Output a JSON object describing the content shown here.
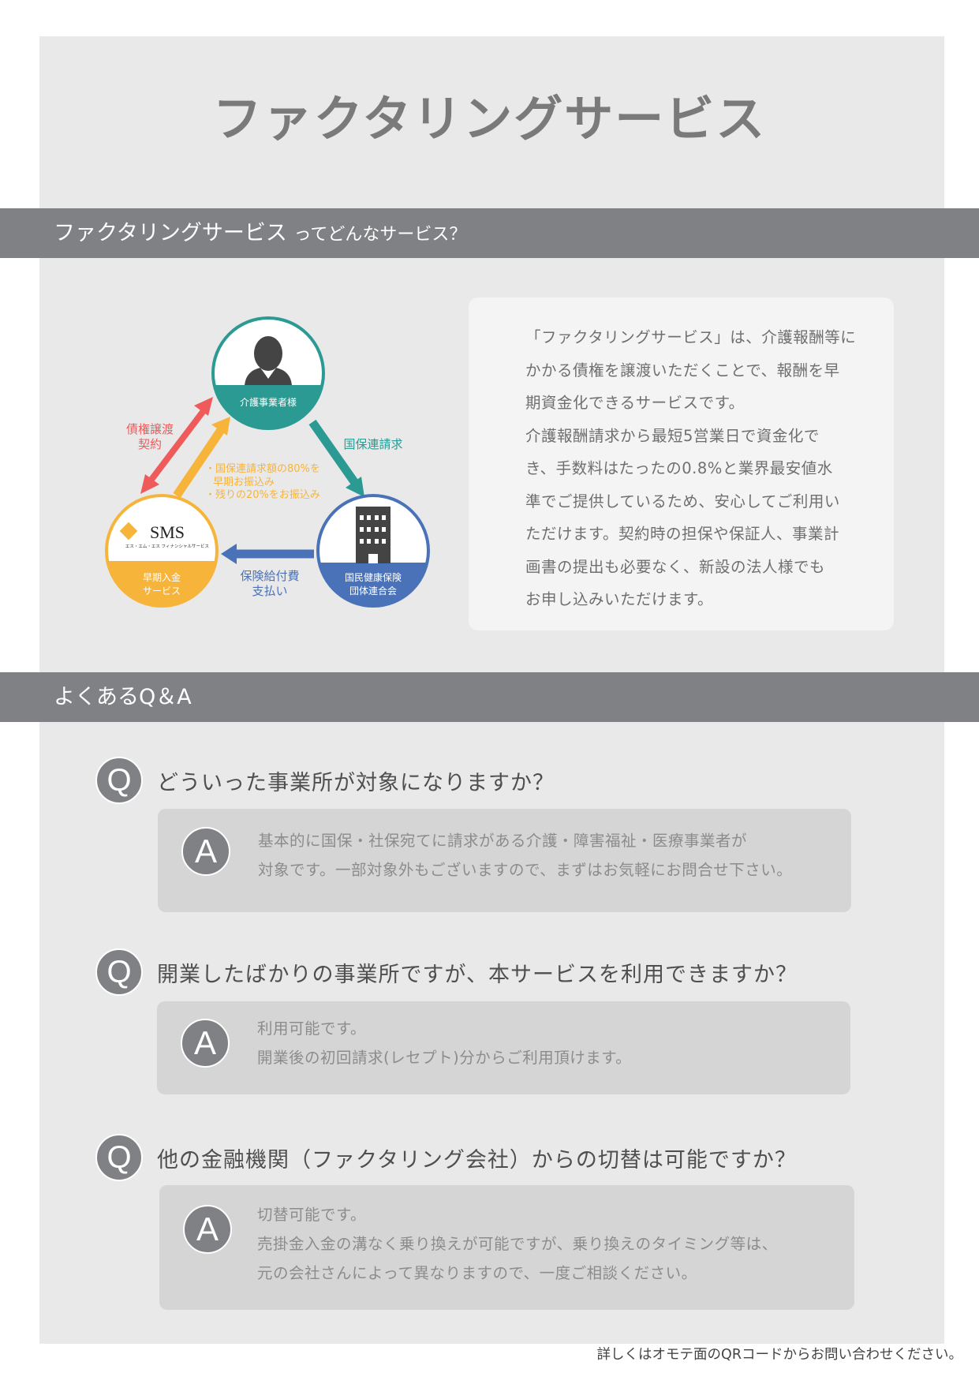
{
  "title": "ファクタリングサービス",
  "section1": {
    "heading_main": "ファクタリングサービス",
    "heading_sub": "ってどんなサービス？"
  },
  "diagram": {
    "nodes": {
      "provider": "介護事業者様",
      "sms_logo": "SMS",
      "sms_logo_sub": "エス・エム・エス フィナンシャルサービス",
      "sms_label": [
        "早期入金",
        "サービス"
      ],
      "kokuho_label": [
        "国民健康保険",
        "団体連合会"
      ]
    },
    "edges": {
      "contract": [
        "債権譲渡",
        "契約"
      ],
      "payment_notes": [
        "・国保連請求額の80%を",
        "早期お振込み",
        "・残りの20%をお振込み"
      ],
      "claim": "国保連請求",
      "insurance": [
        "保険給付費",
        "支払い"
      ]
    },
    "colors": {
      "teal": "#2a9a93",
      "yellow": "#f7b43a",
      "blue": "#4a72b8",
      "red": "#ef5a5a"
    }
  },
  "description": [
    "「ファクタリングサービス」は、介護報酬等に",
    "かかる債権を譲渡いただくことで、報酬を早",
    "期資金化できるサービスです。",
    "介護報酬請求から最短5営業日で資金化で",
    "き、手数料はたったの0.8%と業界最安値水",
    "準でご提供しているため、安心してご利用い",
    "ただけます。契約時の担保や保証人、事業計",
    "画書の提出も必要なく、新設の法人様でも",
    "お申し込みいただけます。"
  ],
  "section2": {
    "heading": "よくあるQ＆A"
  },
  "qa": [
    {
      "q_badge": "Q",
      "question": "どういった事業所が対象になりますか？",
      "a_badge": "A",
      "answer": [
        "基本的に国保・社保宛てに請求がある介護・障害福祉・医療事業者が",
        "対象です。一部対象外もございますので、まずはお気軽にお問合せ下さい。"
      ]
    },
    {
      "q_badge": "Q",
      "question": "開業したばかりの事業所ですが、本サービスを利用できますか？",
      "a_badge": "A",
      "answer": [
        "利用可能です。",
        "開業後の初回請求(レセプト)分からご利用頂けます。"
      ]
    },
    {
      "q_badge": "Q",
      "question": "他の金融機関（ファクタリング会社）からの切替は可能ですか？",
      "a_badge": "A",
      "answer": [
        "切替可能です。",
        "売掛金入金の溝なく乗り換えが可能ですが、乗り換えのタイミング等は、",
        "元の会社さんによって異なりますので、一度ご相談ください。"
      ]
    }
  ],
  "footer": "詳しくはオモテ面のQRコードからお問い合わせください。"
}
